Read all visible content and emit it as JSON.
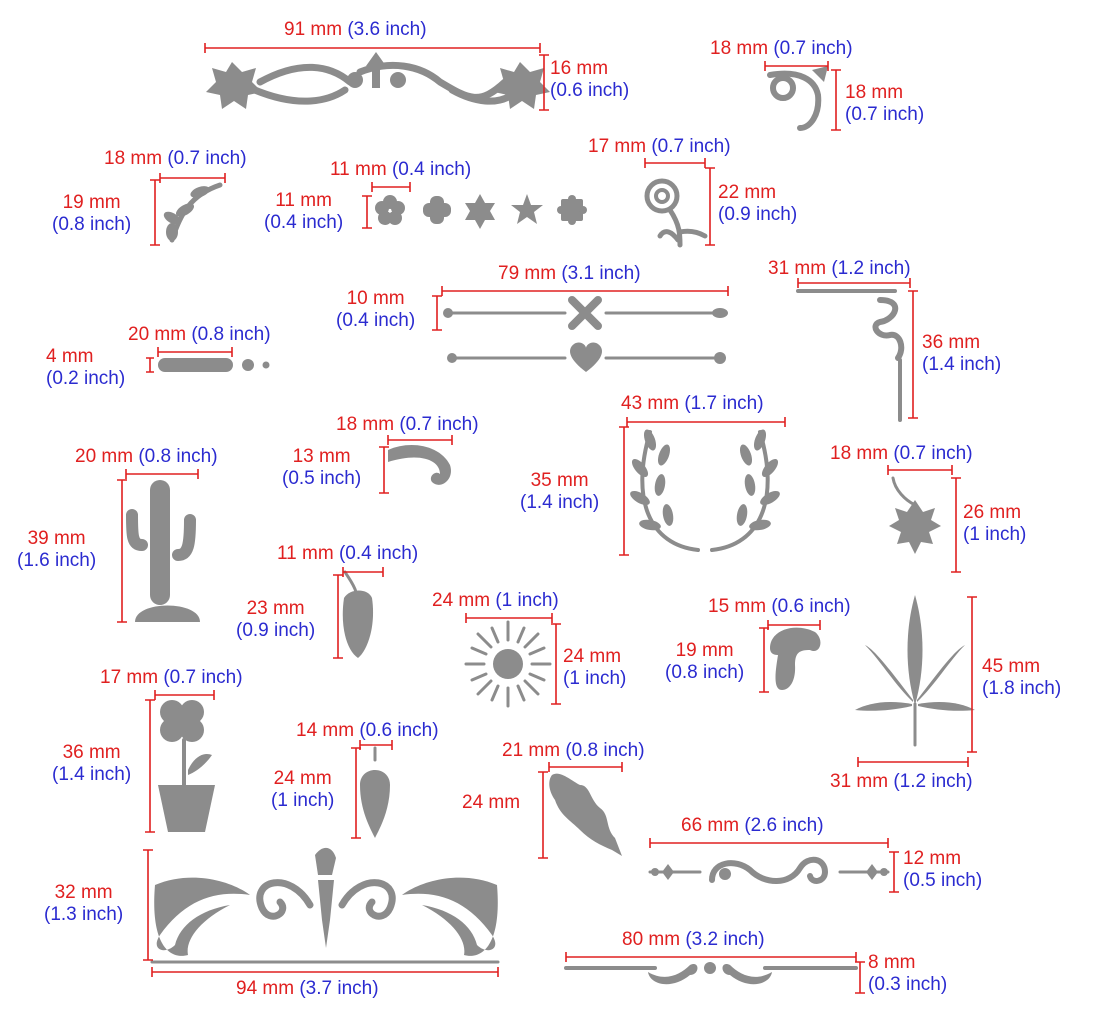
{
  "colors": {
    "mm": "#e02020",
    "inch": "#2b2bd0",
    "shape": "#8c8c8c"
  },
  "items": [
    {
      "mm": "91 mm",
      "inch": "(3.6 inch)"
    },
    {
      "mm": "16 mm",
      "inch": "(0.6 inch)"
    },
    {
      "mm": "18 mm",
      "inch": "(0.7 inch)"
    },
    {
      "mm": "18 mm",
      "inch": "(0.7 inch)"
    },
    {
      "mm": "18 mm",
      "inch": "(0.7 inch)"
    },
    {
      "mm": "19 mm",
      "inch": "(0.8 inch)"
    },
    {
      "mm": "11 mm",
      "inch": "(0.4 inch)"
    },
    {
      "mm": "11 mm",
      "inch": "(0.4 inch)"
    },
    {
      "mm": "17 mm",
      "inch": "(0.7 inch)"
    },
    {
      "mm": "22 mm",
      "inch": "(0.9 inch)"
    },
    {
      "mm": "79 mm",
      "inch": "(3.1 inch)"
    },
    {
      "mm": "10 mm",
      "inch": "(0.4 inch)"
    },
    {
      "mm": "31 mm",
      "inch": "(1.2 inch)"
    },
    {
      "mm": "36 mm",
      "inch": "(1.4 inch)"
    },
    {
      "mm": "20 mm",
      "inch": "(0.8 inch)"
    },
    {
      "mm": "4 mm",
      "inch": "(0.2 inch)"
    },
    {
      "mm": "18 mm",
      "inch": "(0.7 inch)"
    },
    {
      "mm": "13 mm",
      "inch": "(0.5 inch)"
    },
    {
      "mm": "43 mm",
      "inch": "(1.7 inch)"
    },
    {
      "mm": "35 mm",
      "inch": "(1.4 inch)"
    },
    {
      "mm": "18 mm",
      "inch": "(0.7 inch)"
    },
    {
      "mm": "26 mm",
      "inch": "(1 inch)"
    },
    {
      "mm": "20 mm",
      "inch": "(0.8 inch)"
    },
    {
      "mm": "39 mm",
      "inch": "(1.6 inch)"
    },
    {
      "mm": "11 mm",
      "inch": "(0.4 inch)"
    },
    {
      "mm": "23 mm",
      "inch": "(0.9 inch)"
    },
    {
      "mm": "24 mm",
      "inch": "(1 inch)"
    },
    {
      "mm": "24 mm",
      "inch": "(1 inch)"
    },
    {
      "mm": "15 mm",
      "inch": "(0.6 inch)"
    },
    {
      "mm": "19 mm",
      "inch": "(0.8 inch)"
    },
    {
      "mm": "45 mm",
      "inch": "(1.8 inch)"
    },
    {
      "mm": "31 mm",
      "inch": "(1.2 inch)"
    },
    {
      "mm": "17 mm",
      "inch": "(0.7 inch)"
    },
    {
      "mm": "36 mm",
      "inch": "(1.4 inch)"
    },
    {
      "mm": "14 mm",
      "inch": "(0.6 inch)"
    },
    {
      "mm": "24 mm",
      "inch": "(1 inch)"
    },
    {
      "mm": "21 mm",
      "inch": "(0.8 inch)"
    },
    {
      "mm": "24 mm",
      "inch": ""
    },
    {
      "mm": "66 mm",
      "inch": "(2.6 inch)"
    },
    {
      "mm": "12 mm",
      "inch": "(0.5 inch)"
    },
    {
      "mm": "32 mm",
      "inch": "(1.3 inch)"
    },
    {
      "mm": "94 mm",
      "inch": "(3.7 inch)"
    },
    {
      "mm": "80 mm",
      "inch": "(3.2 inch)"
    },
    {
      "mm": "8 mm",
      "inch": "(0.3 inch)"
    }
  ]
}
